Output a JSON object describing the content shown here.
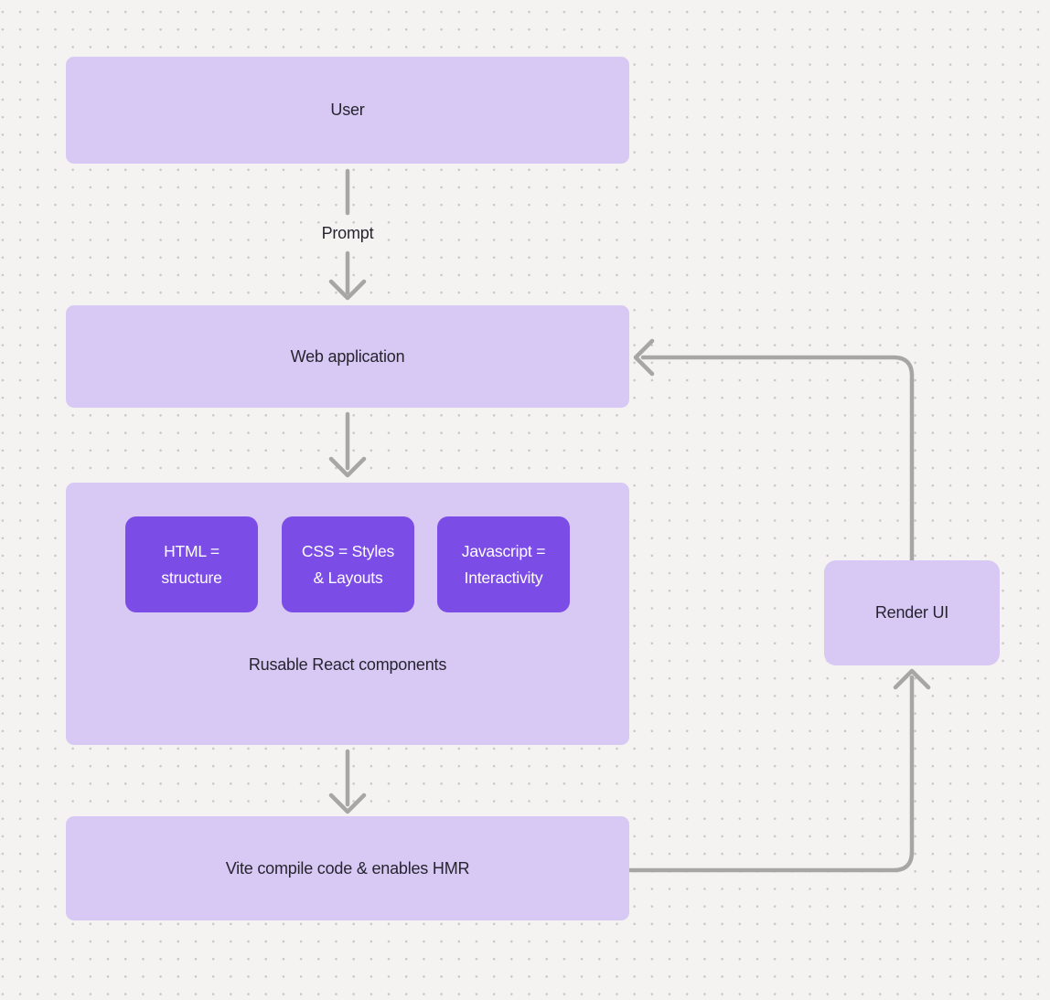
{
  "diagram": {
    "title": "react-vite-workflow-flowchart",
    "nodes": {
      "user": "User",
      "web_app": "Web application",
      "group_caption": "Rusable React components",
      "components": [
        {
          "line1": "HTML =",
          "line2": "structure"
        },
        {
          "line1": "CSS = Styles",
          "line2": "& Layouts"
        },
        {
          "line1": "Javascript =",
          "line2": "Interactivity"
        }
      ],
      "vite": "Vite compile code & enables HMR",
      "render_ui": "Render UI"
    },
    "edges": {
      "prompt_label": "Prompt"
    },
    "colors": {
      "background": "#f4f3f1",
      "dot_grid": "#c9c6c4",
      "node_light": "#d7c9f4",
      "node_strong": "#7c4ce7",
      "arrow": "#a7a6a5",
      "text_dark": "#272430",
      "text_light": "#ffffff"
    }
  }
}
